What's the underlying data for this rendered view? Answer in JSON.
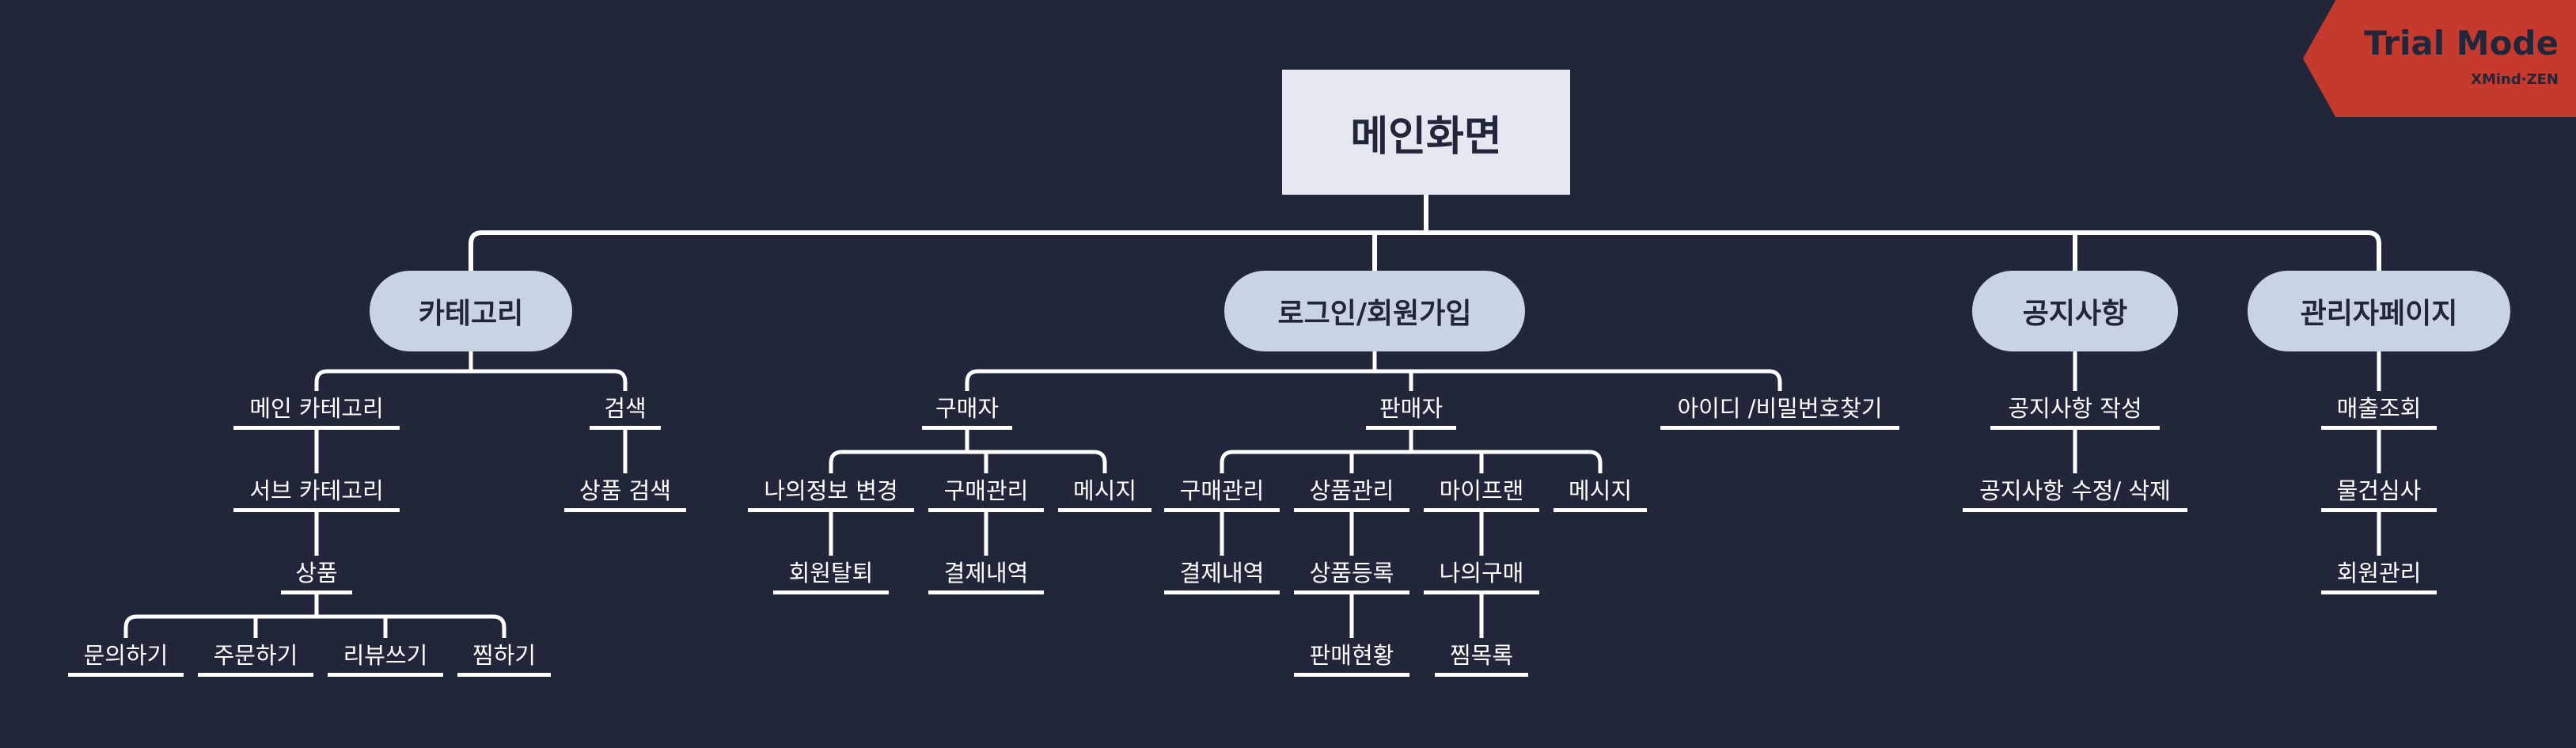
{
  "root": {
    "id": "root",
    "label": "메인화면"
  },
  "branches": [
    {
      "id": "cat",
      "label": "카테고리"
    },
    {
      "id": "login",
      "label": "로그인/회원가입"
    },
    {
      "id": "notice",
      "label": "공지사항"
    },
    {
      "id": "admin",
      "label": "관리자페이지"
    }
  ],
  "topics": [
    {
      "id": "maincat",
      "label": "메인 카테고리",
      "parent": "cat"
    },
    {
      "id": "search",
      "label": "검색",
      "parent": "cat"
    },
    {
      "id": "subcat",
      "label": "서브 카테고리",
      "parent": "maincat"
    },
    {
      "id": "product",
      "label": "상품",
      "parent": "subcat"
    },
    {
      "id": "inquiry",
      "label": "문의하기",
      "parent": "product"
    },
    {
      "id": "order",
      "label": "주문하기",
      "parent": "product"
    },
    {
      "id": "review",
      "label": "리뷰쓰기",
      "parent": "product"
    },
    {
      "id": "wish",
      "label": "찜하기",
      "parent": "product"
    },
    {
      "id": "psearch",
      "label": "상품 검색",
      "parent": "search"
    },
    {
      "id": "buyer",
      "label": "구매자",
      "parent": "login"
    },
    {
      "id": "seller",
      "label": "판매자",
      "parent": "login"
    },
    {
      "id": "findid",
      "label": "아이디 /비밀번호찾기",
      "parent": "login"
    },
    {
      "id": "myinfo",
      "label": "나의정보 변경",
      "parent": "buyer"
    },
    {
      "id": "buymgmt",
      "label": "구매관리",
      "parent": "buyer"
    },
    {
      "id": "msg1",
      "label": "메시지",
      "parent": "buyer"
    },
    {
      "id": "withdraw",
      "label": "회원탈퇴",
      "parent": "myinfo"
    },
    {
      "id": "payhist1",
      "label": "결제내역",
      "parent": "buymgmt"
    },
    {
      "id": "buymgmt2",
      "label": "구매관리",
      "parent": "seller"
    },
    {
      "id": "prodmgmt",
      "label": "상품관리",
      "parent": "seller"
    },
    {
      "id": "mypage",
      "label": "마이프랜",
      "parent": "seller"
    },
    {
      "id": "msg2",
      "label": "메시지",
      "parent": "seller"
    },
    {
      "id": "payhist2",
      "label": "결제내역",
      "parent": "buymgmt2"
    },
    {
      "id": "prodreg",
      "label": "상품등록",
      "parent": "prodmgmt"
    },
    {
      "id": "salestat",
      "label": "판매현황",
      "parent": "prodreg"
    },
    {
      "id": "mybuy",
      "label": "나의구매",
      "parent": "mypage"
    },
    {
      "id": "wishlist",
      "label": "찜목록",
      "parent": "mybuy"
    },
    {
      "id": "nwrite",
      "label": "공지사항 작성",
      "parent": "notice"
    },
    {
      "id": "nedit",
      "label": "공지사항 수정/ 삭제",
      "parent": "nwrite"
    },
    {
      "id": "sales",
      "label": "매출조회",
      "parent": "admin"
    },
    {
      "id": "review2",
      "label": "물건심사",
      "parent": "sales"
    },
    {
      "id": "members",
      "label": "회원관리",
      "parent": "review2"
    }
  ],
  "badge": {
    "title": "Trial Mode",
    "subtitle": "XMind·ZEN"
  },
  "colors": {
    "background": "#22263a",
    "root_fill": "#e4e8f0",
    "branch_fill": "#c8d3e4",
    "line": "#ffffff",
    "badge": "#c53a2c"
  }
}
